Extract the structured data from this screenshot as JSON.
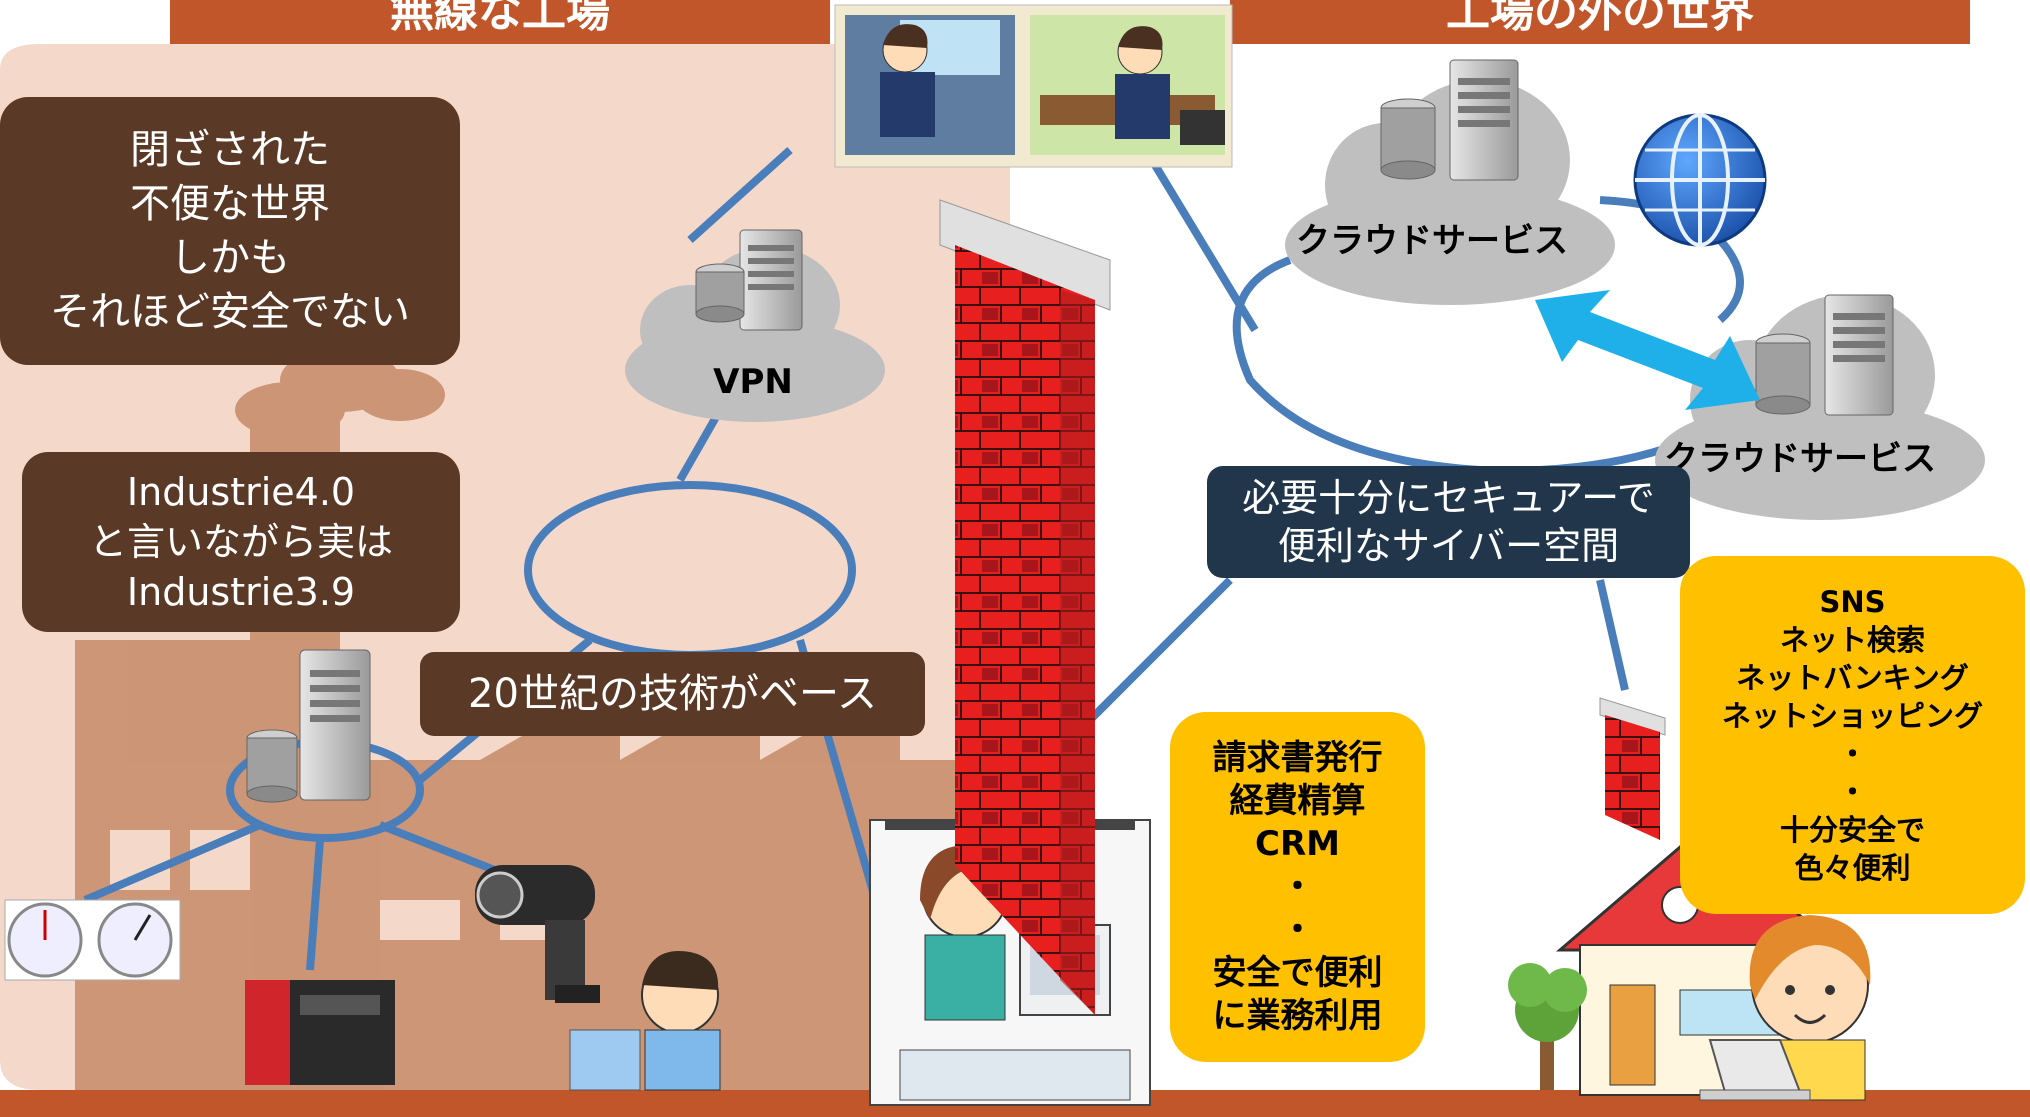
{
  "headers": {
    "left": "無線な工場",
    "right": "工場の外の世界"
  },
  "callouts": {
    "closed_world": [
      "閉ざされた",
      "不便な世界",
      "しかも",
      "それほど安全でない"
    ],
    "industrie": [
      "Industrie4.0",
      "と言いながら実は",
      "Industrie3.9"
    ],
    "tech_base": "20世紀の技術がベース",
    "cyber_space": [
      "必要十分にセキュアーで",
      "便利なサイバー空間"
    ]
  },
  "clouds": {
    "vpn": "VPN",
    "cloud_service_1": "クラウドサービス",
    "cloud_service_2": "クラウドサービス"
  },
  "business_box": [
    "請求書発行",
    "経費精算",
    "CRM",
    "・",
    "・",
    "安全で便利",
    "に業務利用"
  ],
  "consumer_box": [
    "SNS",
    "ネット検索",
    "ネットバンキング",
    "ネットショッピング",
    "・",
    "・",
    "十分安全で",
    "色々便利"
  ],
  "colors": {
    "header_bar": "#c0562a",
    "factory_bg": "#f4d9cb",
    "dark_callout": "#5a3a26",
    "navy_callout": "#21364a",
    "yellow_box": "#ffc000",
    "network_line": "#4a7ebb",
    "cloud": "#bfbfbf",
    "arrow": "#1fb0ea"
  },
  "icons": [
    "server-icon",
    "cloud-icon",
    "globe-icon",
    "firewall-icon",
    "gauge-icon",
    "webcam-icon",
    "plc-icon",
    "house-icon",
    "tree-icon",
    "person-icon",
    "laptop-icon",
    "office-building-icon"
  ]
}
